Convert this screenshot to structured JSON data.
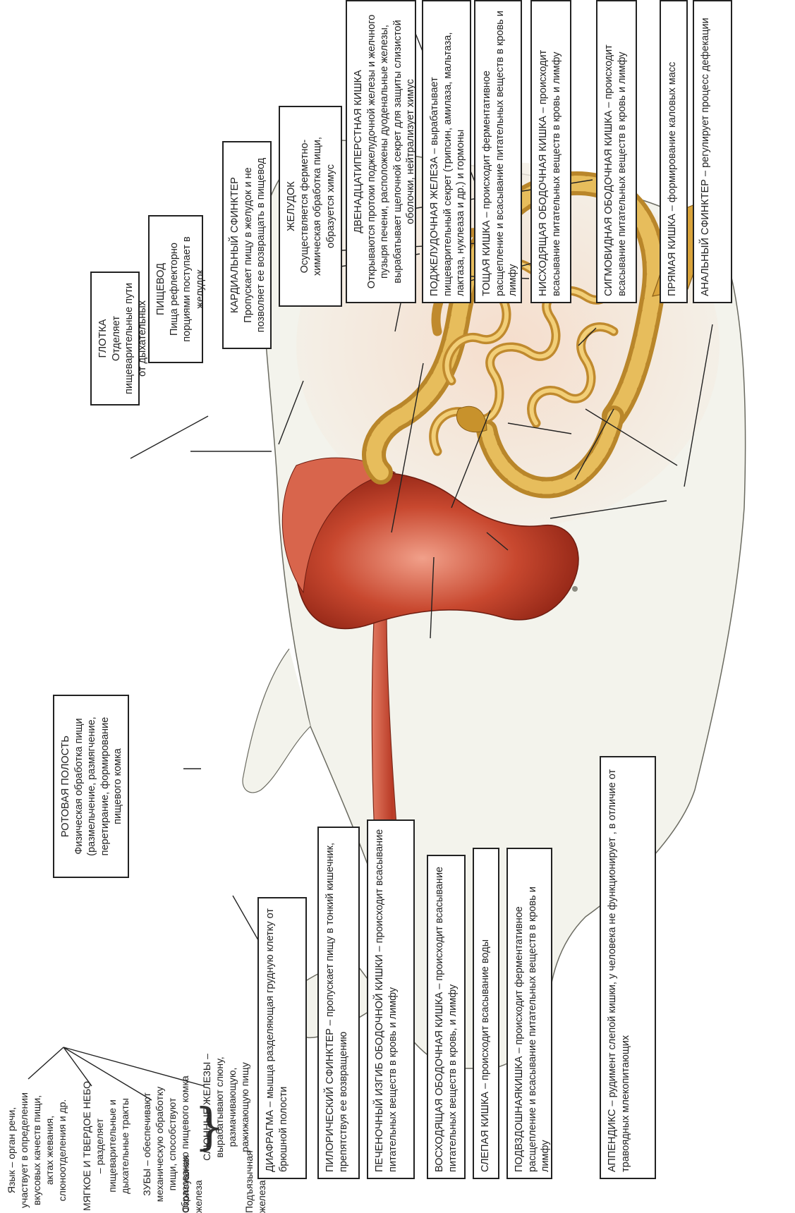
{
  "labels": {
    "mouth": {
      "title": "РОТОВАЯ ПОЛОСТЬ",
      "body": "Физическая обработка пищи (размельчение, размягчение, перетирание, формирование пищевого комка"
    },
    "pharynx": {
      "title": "ГЛОТКА",
      "body": "Отделяет пищеварительные пути от дыхательных"
    },
    "esophagus": {
      "title": "ПИЩЕВОД",
      "body": "Пища рефлекторно порциями поступает в желудок"
    },
    "cardiac_sphincter": {
      "title": "КАРДИАЛЬНЫЙ СФИНКТЕР",
      "body": "Пропускает пищу в желудок и не позволяет ее возвращать в пищевод"
    },
    "stomach": {
      "title": "ЖЕЛУДОК",
      "body": "Осуществляется ферметно-химическая обработка пищи, образуется химус"
    },
    "duodenum": {
      "title": "ДВЕНАДЦАТИПЕРСТНАЯ КИШКА",
      "body": "Открываются протоки поджелудочной железы и желчного пузыря печени, расположены дуоденальные железы, вырабатывает щелочной секрет для защиты слизистой оболочки, нейтрализует химус"
    },
    "pancreas": "ПОДЖЕЛУДОЧНАЯ ЖЕЛЕЗА – вырабатывает пищеварительный секрет (трипсин, амилаза, мальтаза, лактаза, нуклеаза и др.) и гормоны",
    "jejunum": "ТОЩАЯ КИШКА – происходит ферментативное расщепление и всасывание питательных веществ в кровь и лимфу",
    "descending_colon": "НИСХОДЯЩАЯ ОБОДОЧНАЯ КИШКА – происходит всасывание питательных веществ в кровь и лимфу",
    "sigmoid_colon": "СИГМОВИДНАЯ ОБОДОЧНАЯ КИШКА – происходит всасывание питательных веществ в кровь и лимфу",
    "rectum": "ПРЯМАЯ КИШКА – формирование каловых масс",
    "anal_sphincter": "АНАЛЬНЫЙ СФИНКТЕР – регулирует процесс дефекации",
    "diaphragm": "ДИАФРАГМА – мышца разделяющая грудную клетку от брюшной полости",
    "pyloric_sphincter": "ПИЛОРИЧЕСКИЙ СФИНКТЕР – пропускает пищу в тонкий кишечник, препятствуя ее возвращению",
    "hepatic_flexure": "ПЕЧЕНОЧНЫЙ ИЗГИБ ОБОДОЧНОЙ КИШКИ – происходит всасывание питательных веществ в кровь и лимфу",
    "ascending_colon": "ВОСХОДЯЩАЯ ОБОДОЧНАЯ КИШКА – происходит всасывание питательных веществ в кровь, и лимфу",
    "cecum": "СЛЕПАЯ КИШКА – происходит всасывание воды",
    "ileum": "ПОДВЗДОШНАЯКИШКА – происходит ферментативное расщепление и всасывание питательных веществ в кровь и лимфу",
    "appendix": "АППЕНДИКС – рудимент слепой кишки, у человека не функционирует , в отличие от травоядных млекопитающих",
    "tongue": "Язык – орган речи, участвует в определении вкусовых качеств пищи, актах жевания, слюноотделения и др.",
    "palate": "МЯГКОЕ И ТВЕРДОЕ НЕБО – разделяет пищеварительные и дыхательные тракты",
    "teeth": "ЗУБЫ – обеспечивают механическую обработку пищи, способствуют образованию пищевого комка",
    "salivary": "СЛЮННЫЕ ЖЕЛЕЗЫ – вырабатывают слюну, размачивающую, ражижающую пищу",
    "parotid": "Околоушная железа",
    "sublingual": "Подъязычная железа"
  },
  "colors": {
    "outline": "#222222",
    "body_fill": "#f3f3ec",
    "stomach": "#b43a26",
    "esophagus": "#c9543d",
    "intestine": "#d9a33a",
    "colon": "#c8922c"
  }
}
